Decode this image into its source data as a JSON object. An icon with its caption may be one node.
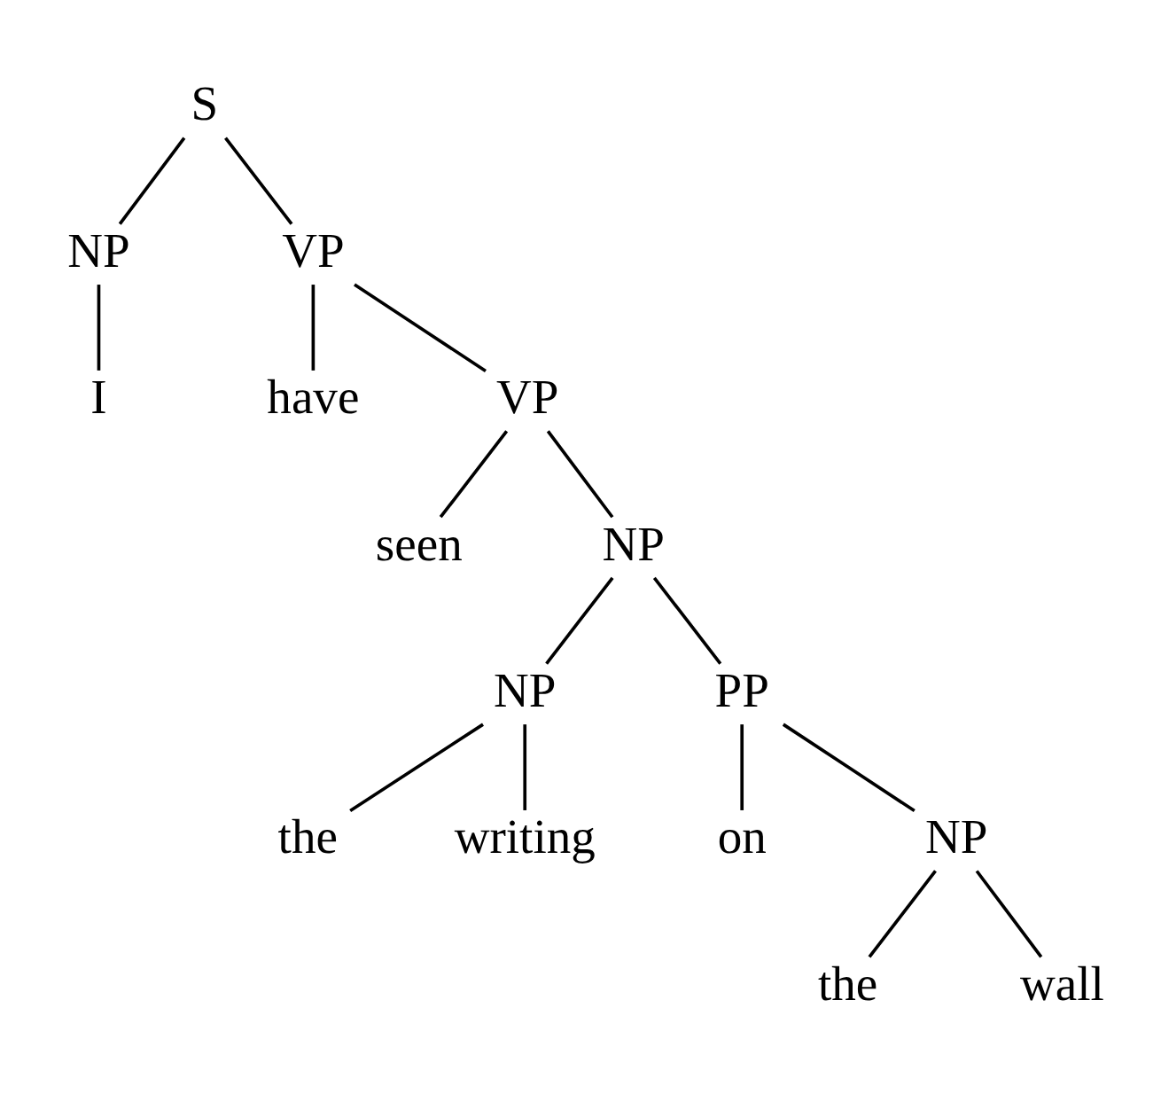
{
  "diagram": {
    "nodes": [
      {
        "text": [
          "S"
        ]
      },
      {
        "text": [
          "NP"
        ]
      },
      {
        "text": [
          "VP"
        ]
      },
      {
        "text": [
          "I"
        ]
      },
      {
        "text": [
          "have"
        ]
      },
      {
        "text": [
          "VP"
        ]
      },
      {
        "text": [
          "seen"
        ]
      },
      {
        "text": [
          "NP"
        ]
      },
      {
        "text": [
          "NP"
        ]
      },
      {
        "text": [
          "PP"
        ]
      },
      {
        "text": [
          "the"
        ]
      },
      {
        "text": [
          "writing"
        ]
      },
      {
        "text": [
          "on"
        ]
      },
      {
        "text": [
          "NP"
        ]
      },
      {
        "text": [
          "the"
        ]
      },
      {
        "text": [
          "wall"
        ]
      }
    ],
    "edges": [
      {
        "from": 0,
        "to": 1,
        "arrow": "none"
      },
      {
        "from": 0,
        "to": 2,
        "arrow": "none"
      },
      {
        "from": 1,
        "to": 3,
        "arrow": "none"
      },
      {
        "from": 2,
        "to": 4,
        "arrow": "none"
      },
      {
        "from": 2,
        "to": 5,
        "arrow": "none"
      },
      {
        "from": 5,
        "to": 6,
        "arrow": "none"
      },
      {
        "from": 5,
        "to": 7,
        "arrow": "none"
      },
      {
        "from": 7,
        "to": 8,
        "arrow": "none"
      },
      {
        "from": 7,
        "to": 9,
        "arrow": "none"
      },
      {
        "from": 8,
        "to": 10,
        "arrow": "none"
      },
      {
        "from": 8,
        "to": 11,
        "arrow": "none"
      },
      {
        "from": 9,
        "to": 12,
        "arrow": "none"
      },
      {
        "from": 9,
        "to": 13,
        "arrow": "none"
      },
      {
        "from": 13,
        "to": 14,
        "arrow": "none"
      },
      {
        "from": 13,
        "to": 15,
        "arrow": "none"
      }
    ]
  }
}
